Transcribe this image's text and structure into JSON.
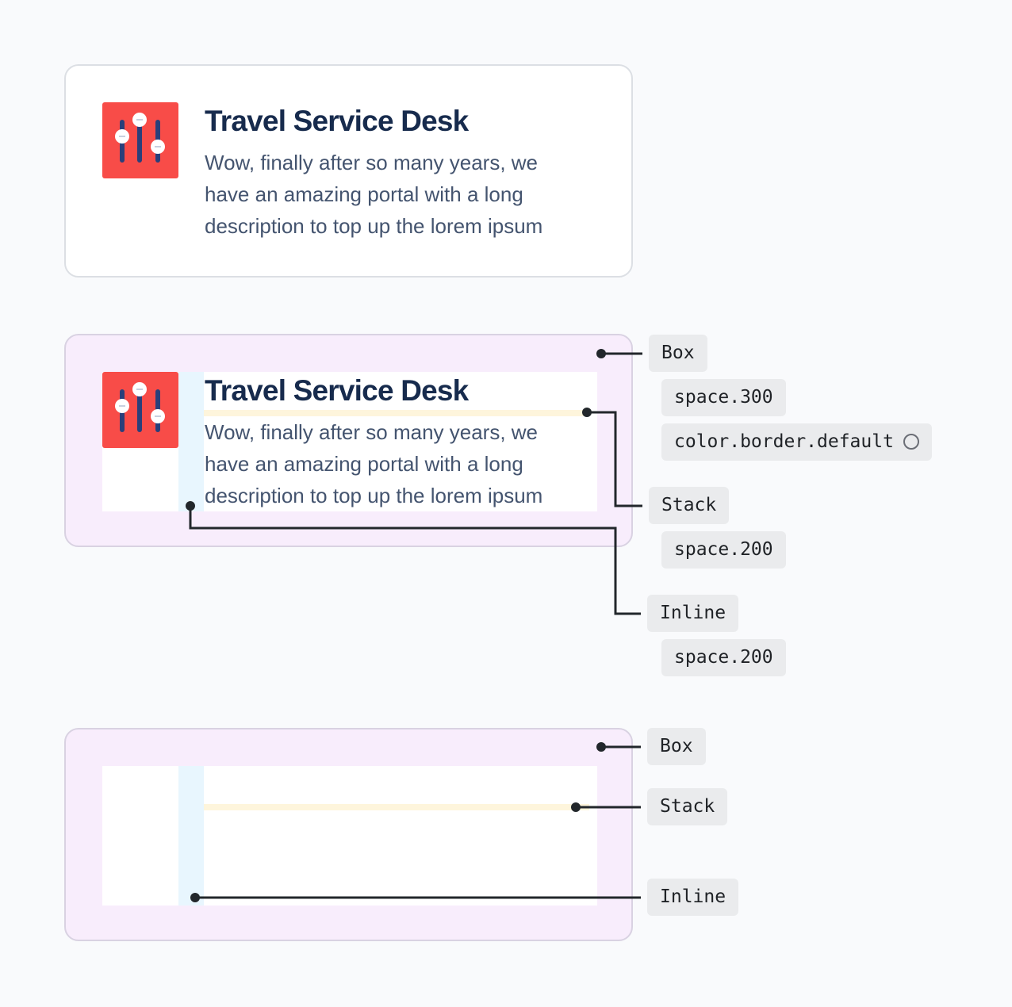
{
  "card": {
    "title": "Travel Service Desk",
    "description_lines": [
      "Wow, finally after so many years, we",
      "have an amazing portal with a long",
      "description to top up the lorem ipsum"
    ]
  },
  "annotations": {
    "middle": {
      "box_label": "Box",
      "box_tokens": [
        "space.300",
        "color.border.default"
      ],
      "stack_label": "Stack",
      "stack_token": "space.200",
      "inline_label": "Inline",
      "inline_token": "space.200"
    },
    "bottom": {
      "box_label": "Box",
      "stack_label": "Stack",
      "inline_label": "Inline"
    }
  },
  "colors": {
    "icon_background": "#f84c48",
    "box_padding": "#f8edfc",
    "stack_gap": "#fef5dc",
    "inline_gap": "#e8f6fe",
    "title": "#172b4d",
    "description": "#44546f"
  }
}
